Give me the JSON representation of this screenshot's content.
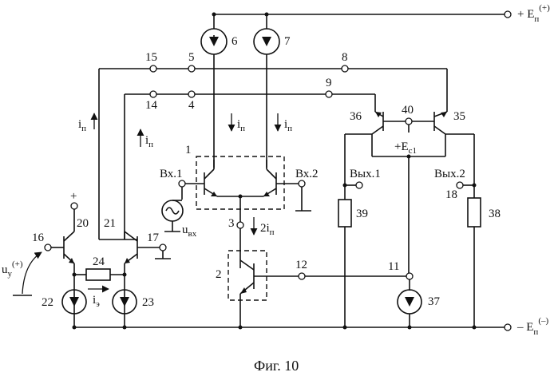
{
  "caption": "Фиг. 10",
  "supply": {
    "pos_main": "+ E",
    "pos_sub": "п",
    "pos_sup": "(+)",
    "neg_main": "– E",
    "neg_sub": "п",
    "neg_sup": "(–)",
    "ec1_main": "+E",
    "ec1_sub": "c1"
  },
  "labels": {
    "n1": "1",
    "n2": "2",
    "n3": "3",
    "n4": "4",
    "n5": "5",
    "n6": "6",
    "n7": "7",
    "n8": "8",
    "n9": "9",
    "n11": "11",
    "n12": "12",
    "n14": "14",
    "n15": "15",
    "n16": "16",
    "n17": "17",
    "n18": "18",
    "n20": "20",
    "n21": "21",
    "n22": "22",
    "n23": "23",
    "n24": "24",
    "n35": "35",
    "n36": "36",
    "n37": "37",
    "n38": "38",
    "n39": "39",
    "n40": "40",
    "in1": "Вх.1",
    "in2": "Вх.2",
    "out1": "Вых.1",
    "out2": "Вых.2",
    "plus": "+"
  },
  "currents": {
    "ip_main": "i",
    "ip_sub": "п",
    "i2p_main": "2i",
    "i2p_sub": "п",
    "ie_main": "i",
    "ie_sub": "э",
    "uin_main": "u",
    "uin_sub": "вх",
    "uy_main": "u",
    "uy_sub": "y",
    "uy_sup": "(+)"
  }
}
